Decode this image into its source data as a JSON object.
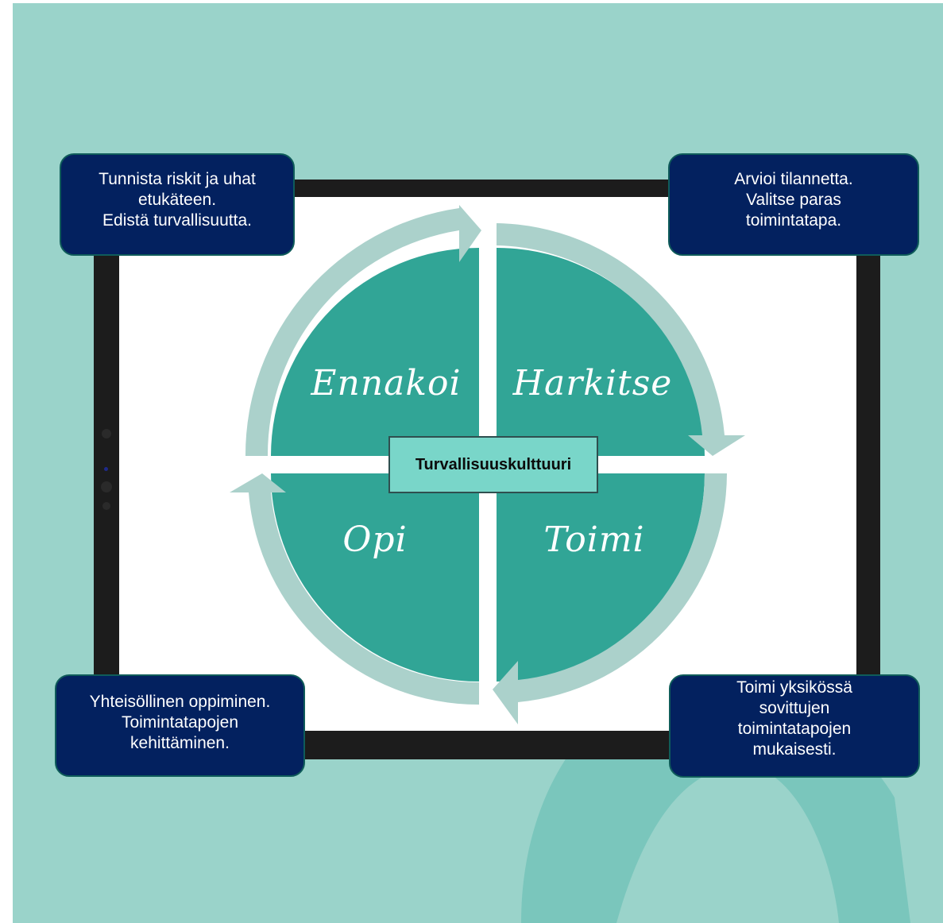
{
  "center": {
    "label": "Turvallisuuskulttuuri"
  },
  "quadrants": {
    "top_left": "Ennakoi",
    "top_right": "Harkitse",
    "bottom_left": "Opi",
    "bottom_right": "Toimi"
  },
  "notes": {
    "top_left": [
      "Tunnista riskit ja uhat",
      "etukäteen.",
      "Edistä turvallisuutta."
    ],
    "top_right": [
      "Arvioi tilannetta.",
      "Valitse paras",
      "toimintatapa."
    ],
    "bottom_left": [
      "Yhteisöllinen oppiminen.",
      "Toimintatapojen",
      "kehittäminen."
    ],
    "bottom_right": [
      "Toimi yksikössä",
      "sovittujen",
      "toimintatapojen",
      "mukaisesti."
    ]
  },
  "colors": {
    "background": "#9ad3ca",
    "quadrant_fill": "#31a596",
    "arrow_fill": "#abd1cb",
    "center_box": "#79d6c9",
    "note_box": "#03215f"
  }
}
